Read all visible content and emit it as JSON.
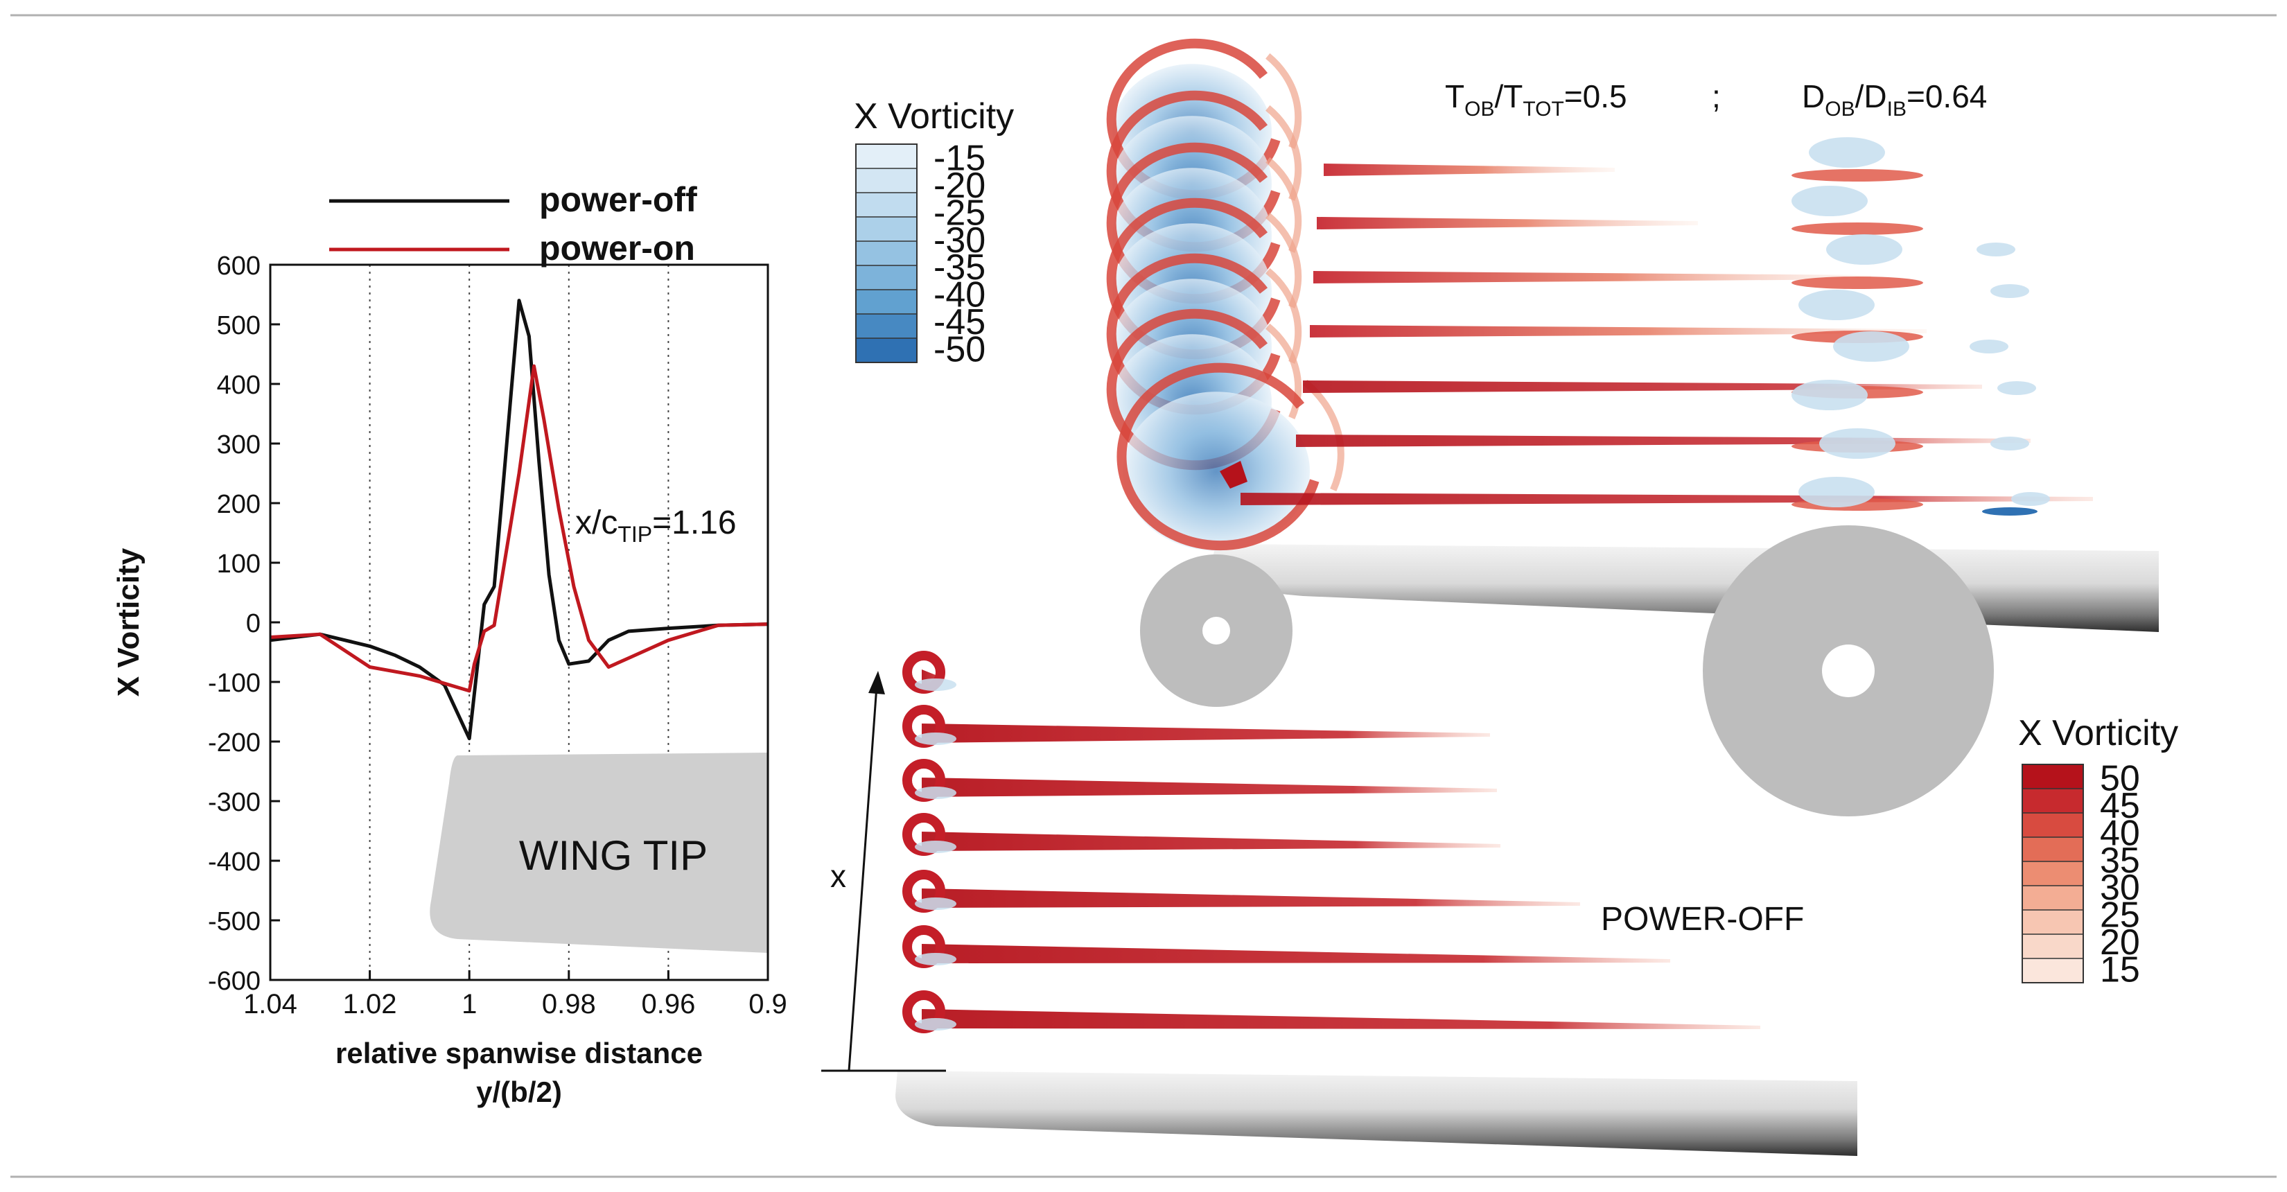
{
  "chart_data": [
    {
      "type": "line",
      "xlabel": "relative spanwise distance",
      "xlabel_line2": "y/(b/2)",
      "ylabel": "X Vorticity",
      "xlim": [
        1.04,
        0.94
      ],
      "ylim": [
        -600,
        600
      ],
      "x_reversed": true,
      "grid": "vertical-dotted",
      "legend_position": "top",
      "x_ticks": [
        "1.04",
        "1.02",
        "1",
        "0.98",
        "0.96",
        "0.9"
      ],
      "y_ticks": [
        "600",
        "500",
        "400",
        "300",
        "200",
        "100",
        "0",
        "-100",
        "-200",
        "-300",
        "-400",
        "-500",
        "-600"
      ],
      "annotation": {
        "station_prefix": "x/c",
        "station_sub": "TIP",
        "station_value": "=1.16",
        "shape_label": "WING TIP"
      },
      "series": [
        {
          "name": "power-off",
          "color": "#111111",
          "x": [
            1.04,
            1.03,
            1.02,
            1.015,
            1.01,
            1.005,
            1.0,
            0.999,
            0.997,
            0.995,
            0.993,
            0.99,
            0.988,
            0.986,
            0.984,
            0.982,
            0.98,
            0.976,
            0.972,
            0.968,
            0.96,
            0.95,
            0.94
          ],
          "y": [
            -30,
            -20,
            -40,
            -55,
            -75,
            -105,
            -195,
            -120,
            30,
            60,
            250,
            540,
            480,
            270,
            80,
            -30,
            -70,
            -65,
            -30,
            -15,
            -10,
            -5,
            -3
          ]
        },
        {
          "name": "power-on",
          "color": "#c0181f",
          "x": [
            1.04,
            1.03,
            1.02,
            1.01,
            1.0,
            0.999,
            0.997,
            0.995,
            0.99,
            0.987,
            0.985,
            0.982,
            0.979,
            0.976,
            0.972,
            0.968,
            0.96,
            0.95,
            0.94
          ],
          "y": [
            -25,
            -20,
            -75,
            -90,
            -115,
            -70,
            -15,
            -5,
            250,
            430,
            340,
            190,
            60,
            -30,
            -75,
            -60,
            -30,
            -5,
            -3
          ]
        }
      ]
    },
    {
      "type": "heatmap",
      "colorbar_title": "X Vorticity",
      "colorbar_levels": [
        "-15",
        "-20",
        "-25",
        "-30",
        "-35",
        "-40",
        "-45",
        "-50"
      ],
      "colormap": "blues",
      "label_ratio1_num": "T",
      "label_ratio1_num_sub": "OB",
      "label_ratio1_den": "T",
      "label_ratio1_den_sub": "TOT",
      "label_ratio1_value": "=0.5",
      "separator": ";",
      "label_ratio2_num": "D",
      "label_ratio2_num_sub": "OB",
      "label_ratio2_den": "D",
      "label_ratio2_den_sub": "IB",
      "label_ratio2_value": "=0.64"
    },
    {
      "type": "heatmap",
      "colorbar_title": "X Vorticity",
      "colorbar_levels": [
        "50",
        "45",
        "40",
        "35",
        "30",
        "25",
        "20",
        "15"
      ],
      "colormap": "reds",
      "axis_label": "x",
      "caption": "POWER-OFF"
    }
  ],
  "colors": {
    "red_dark": "#b5121b",
    "red_mid": "#e36d57",
    "red_light": "#f8c9b6",
    "blue_dark": "#2f71b3",
    "blue_light": "#c9e0f0",
    "grey_shape": "#c9c9c9",
    "frame": "#b0b0b0"
  }
}
